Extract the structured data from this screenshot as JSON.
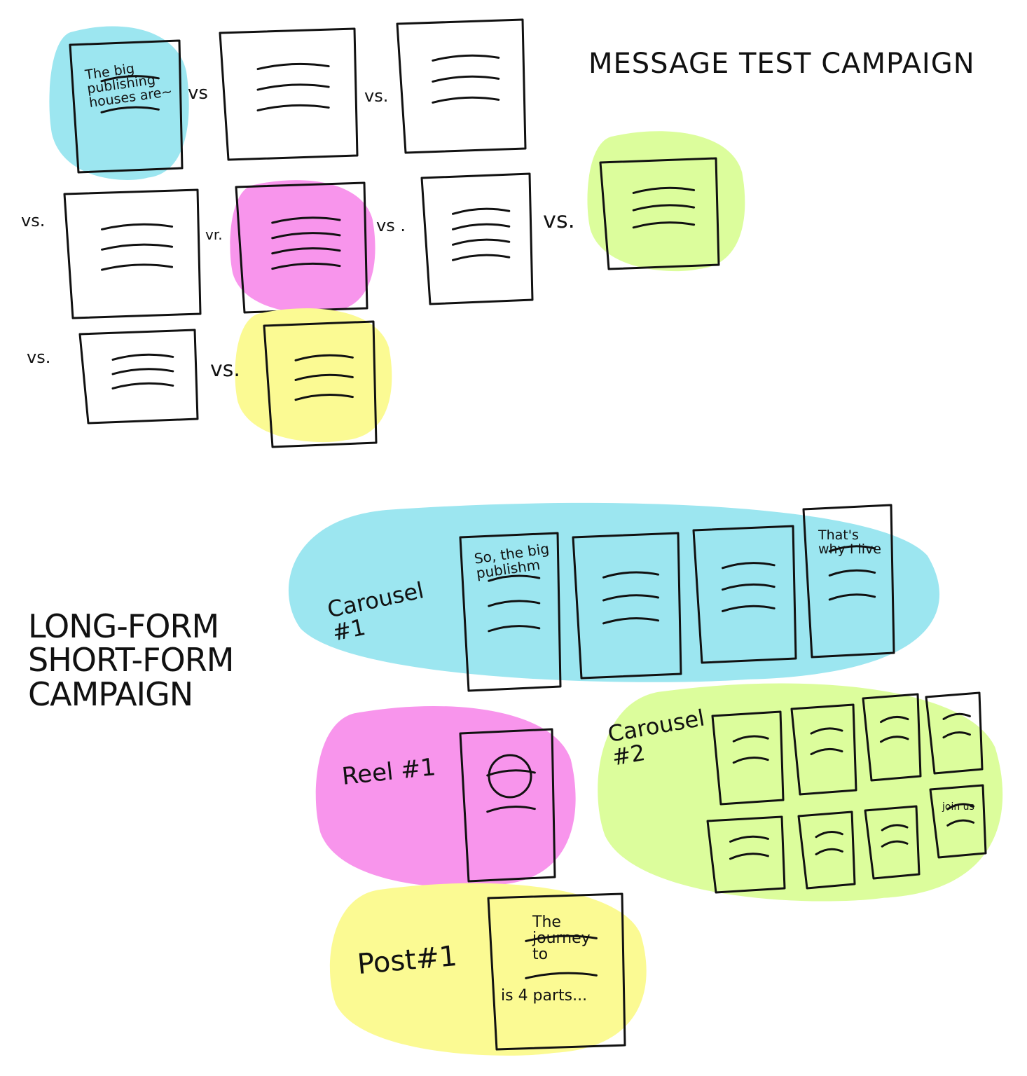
{
  "colors": {
    "blue": "#9ce6f0",
    "pink": "#f895ec",
    "green": "#dcfd9c",
    "yellow": "#fbfa93",
    "ink": "#111111"
  },
  "message_test": {
    "title": "MESSAGE TEST CAMPAIGN",
    "vs_labels": [
      "vs",
      "vs.",
      "vs.",
      "vr.",
      "vs .",
      "vs.",
      "vs.",
      "vs."
    ],
    "first_card_text": "The big publishing houses are~"
  },
  "long_short": {
    "title": "LONG-FORM\nSHORT-FORM\nCAMPAIGN",
    "carousel1": {
      "label": "Carousel\n#1",
      "slide1_text": "So, the big publishm",
      "slide4_text": "That's why I live"
    },
    "reel1": {
      "label": "Reel #1"
    },
    "carousel2": {
      "label": "Carousel\n#2",
      "last_slide_text": "join us"
    },
    "post1": {
      "label": "Post#1",
      "text_top": "The journey to",
      "text_bottom": "is 4 parts..."
    }
  }
}
